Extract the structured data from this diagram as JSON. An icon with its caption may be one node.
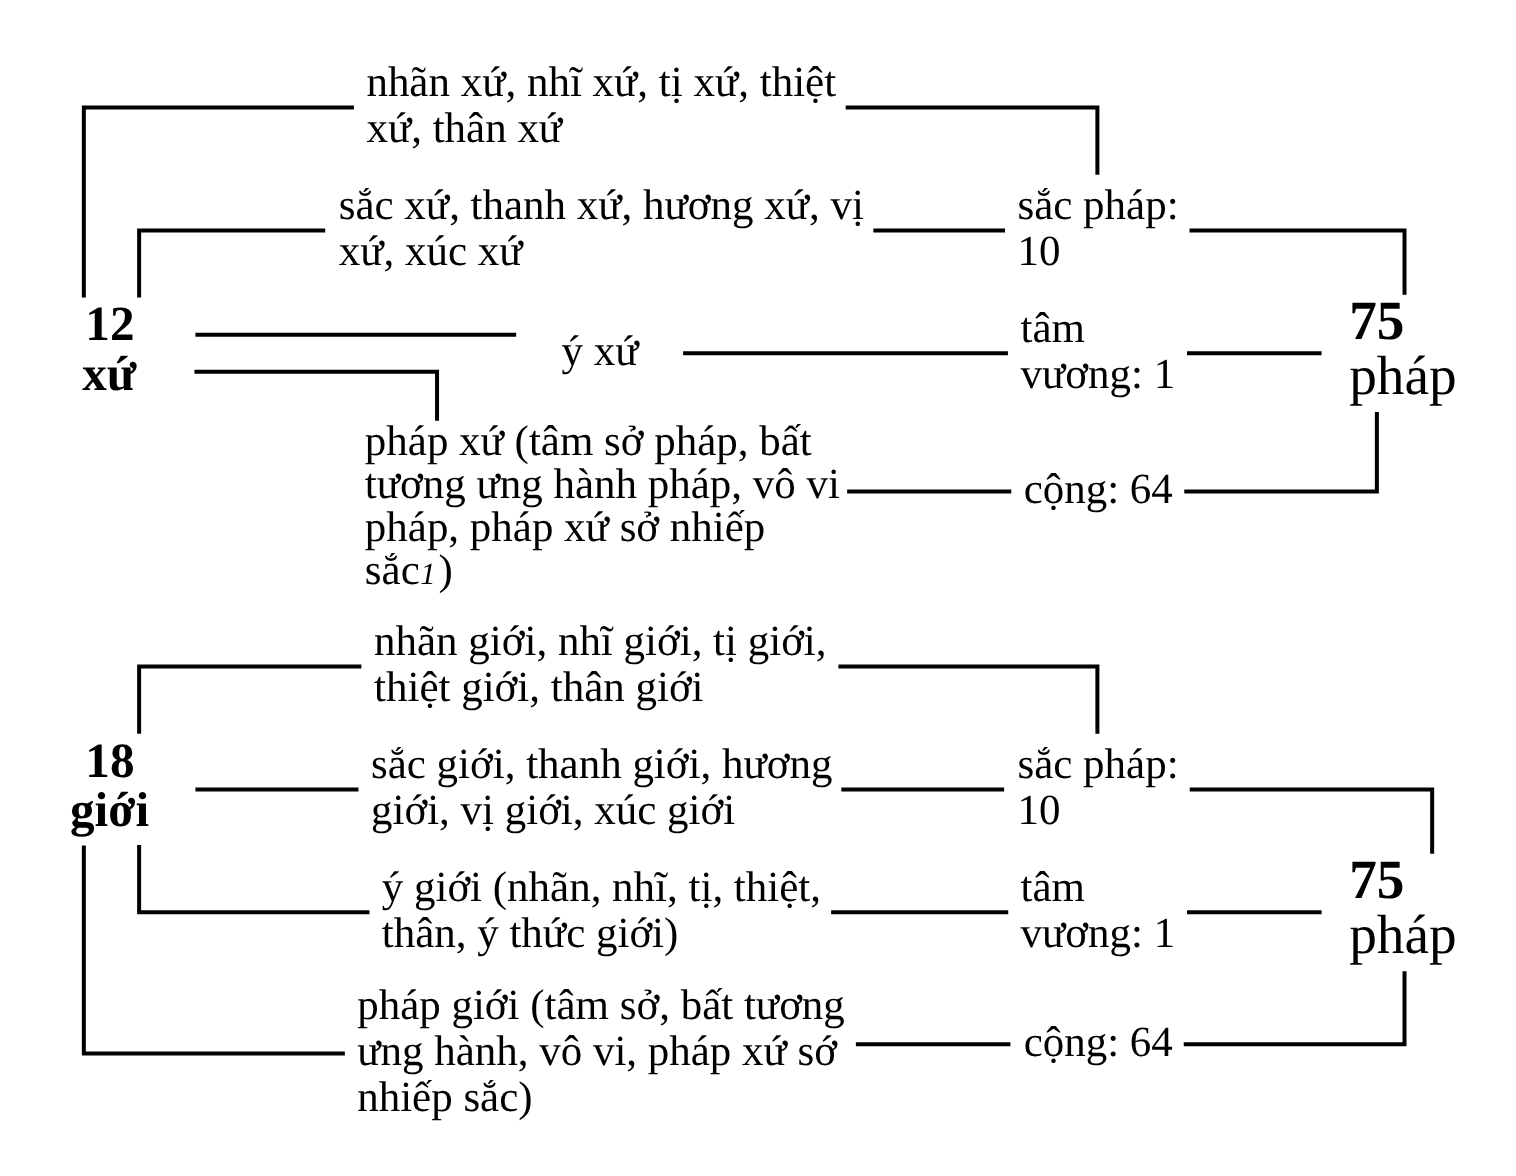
{
  "diagram": {
    "nodes": [
      {
        "text": [
          "12 xứ"
        ]
      },
      {
        "text": [
          "nhãn xứ, nhĩ xứ, tị xứ, thiệt xứ, thân xứ"
        ]
      },
      {
        "text": [
          "sắc xứ, thanh xứ, hương xứ, vị xứ, xúc xứ"
        ]
      },
      {
        "text": [
          "ý xứ"
        ]
      },
      {
        "text": [
          "pháp xứ (tâm sở pháp, bất tương ưng hành pháp, vô vi pháp, pháp xứ sở nhiếp sắc$^{1}$)"
        ]
      },
      {
        "text": [
          "sắc pháp: 10"
        ]
      },
      {
        "text": [
          "tâm vương: 1"
        ]
      },
      {
        "text": [
          "cộng: 64"
        ]
      },
      {
        "text": [
          "**75** pháp"
        ]
      },
      {
        "text": [
          "18 giới"
        ]
      },
      {
        "text": [
          "nhãn giới, nhĩ giới, tị giới, thiệt giới, thân giới"
        ]
      },
      {
        "text": [
          "sắc giới, thanh giới, hương giới, vị giới, xúc giới"
        ]
      },
      {
        "text": [
          "ý giới (nhãn, nhĩ, tị, thiệt, thân, ý thức giới)"
        ]
      },
      {
        "text": [
          "pháp giới (tâm sở, bất tương ưng hành, vô vi, pháp xứ sớ nhiếp sắc)"
        ]
      },
      {
        "text": [
          "sắc pháp: 10"
        ]
      },
      {
        "text": [
          "tâm vương: 1"
        ]
      },
      {
        "text": [
          "cộng: 64"
        ]
      },
      {
        "text": [
          "**75** pháp"
        ]
      }
    ],
    "edges": [
      {
        "from": 0,
        "to": 1,
        "arrow": "none"
      },
      {
        "from": 0,
        "to": 2,
        "arrow": "none"
      },
      {
        "from": 0,
        "to": 3,
        "arrow": "none"
      },
      {
        "from": 0,
        "to": 4,
        "arrow": "none"
      },
      {
        "from": 1,
        "to": 5,
        "arrow": "none"
      },
      {
        "from": 2,
        "to": 5,
        "arrow": "none"
      },
      {
        "from": 3,
        "to": 6,
        "arrow": "none"
      },
      {
        "from": 4,
        "to": 7,
        "arrow": "none"
      },
      {
        "from": 5,
        "to": 8,
        "arrow": "none"
      },
      {
        "from": 6,
        "to": 8,
        "arrow": "none"
      },
      {
        "from": 7,
        "to": 8,
        "arrow": "none"
      },
      {
        "from": 9,
        "to": 10,
        "arrow": "none"
      },
      {
        "from": 9,
        "to": 11,
        "arrow": "none"
      },
      {
        "from": 9,
        "to": 12,
        "arrow": "none"
      },
      {
        "from": 9,
        "to": 13,
        "arrow": "none"
      },
      {
        "from": 10,
        "to": 14,
        "arrow": "none"
      },
      {
        "from": 11,
        "to": 14,
        "arrow": "none"
      },
      {
        "from": 12,
        "to": 15,
        "arrow": "none"
      },
      {
        "from": 13,
        "to": 16,
        "arrow": "none"
      },
      {
        "from": 14,
        "to": 17,
        "arrow": "none"
      },
      {
        "from": 15,
        "to": 17,
        "arrow": "none"
      },
      {
        "from": 16,
        "to": 17,
        "arrow": "none"
      }
    ]
  }
}
